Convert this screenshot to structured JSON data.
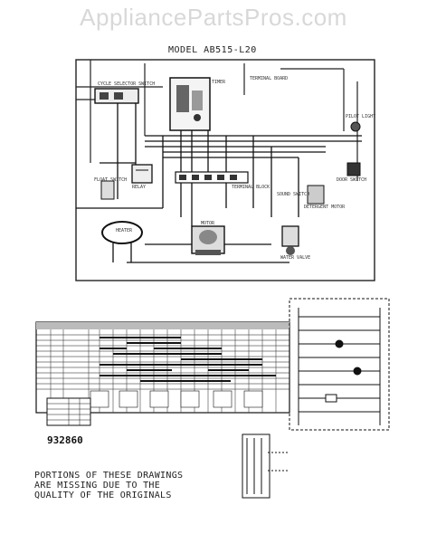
{
  "watermark": "AppliancePartsPros.com",
  "model_label": "MODEL AB515-L20",
  "components": {
    "cycle_selector_switch": "CYCLE SELECTOR SWITCH",
    "timer": "TIMER",
    "terminal_board": "TERMINAL BOARD",
    "pilot_light": "PILOT LIGHT",
    "door_switch": "DOOR SWITCH",
    "float_switch": "FLOAT SWITCH",
    "relay": "RELAY",
    "terminal_block": "TERMINAL BLOCK",
    "sound_switch": "SOUND SWITCH",
    "detergent_motor": "DETERGENT MOTOR",
    "motor": "MOTOR",
    "heater": "HEATER",
    "water_valve": "WATER VALVE"
  },
  "part_number": "932860",
  "note_lines": [
    "PORTIONS OF THESE DRAWINGS",
    "ARE MISSING DUE TO THE",
    "QUALITY OF THE ORIGINALS"
  ]
}
